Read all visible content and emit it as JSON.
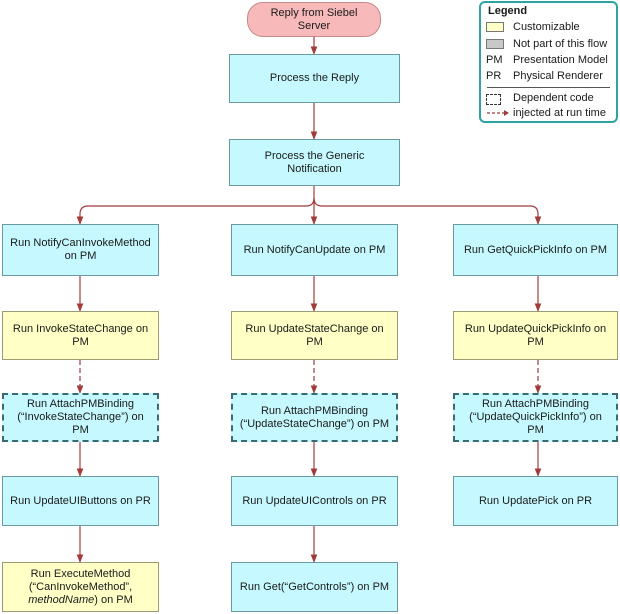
{
  "diagram": {
    "start": "Reply from Siebel Server",
    "process_reply": "Process the Reply",
    "process_notification": "Process the Generic Notification",
    "col1": {
      "step1": "Run NotifyCanInvokeMethod on PM",
      "step2": "Run InvokeStateChange on PM",
      "step3_line1": "Run AttachPMBinding",
      "step3_line2": "(“InvokeStateChange”) on PM",
      "step4": "Run UpdateUIButtons on PR",
      "step5_line1": "Run ExecuteMethod",
      "step5_line2": "(“CanInvokeMethod”,",
      "step5_italic": "methodName",
      "step5_tail": ") on PM"
    },
    "col2": {
      "step1": "Run NotifyCanUpdate on PM",
      "step2": "Run UpdateStateChange on PM",
      "step3_line1": "Run AttachPMBinding",
      "step3_line2": "(“UpdateStateChange”) on PM",
      "step4": "Run UpdateUIControls on PR",
      "step5": "Run Get(“GetControls”) on PM"
    },
    "col3": {
      "step1": "Run GetQuickPickInfo on PM",
      "step2": "Run UpdateQuickPickInfo on PM",
      "step3_line1": "Run AttachPMBinding",
      "step3_line2": "(“UpdateQuickPickInfo”) on PM",
      "step4": "Run UpdatePick on PR"
    }
  },
  "legend": {
    "title": "Legend",
    "customizable": "Customizable",
    "not_part": "Not part of this flow",
    "pm_abbr": "PM",
    "pm": "Presentation Model",
    "pr_abbr": "PR",
    "pr": "Physical Renderer",
    "dependent_line1": "Dependent code",
    "dependent_line2": "injected at run time"
  },
  "colors": {
    "process": "#c6f9ff",
    "customizable": "#ffffc6",
    "not_part": "#c8c8c8",
    "start": "#f7b9b9",
    "arrow": "#a23b3b"
  }
}
